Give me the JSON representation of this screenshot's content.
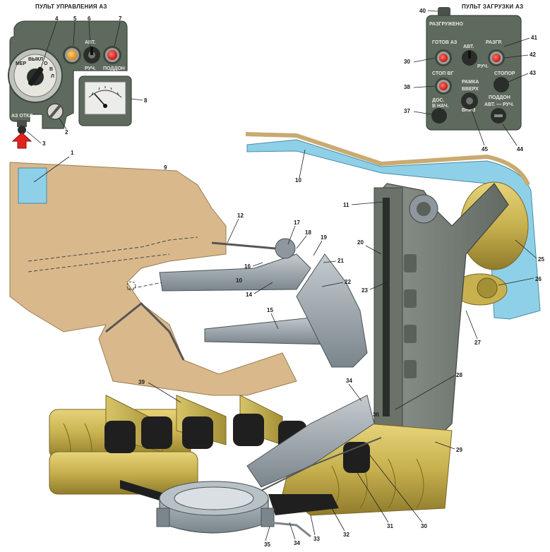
{
  "colors": {
    "panel": "#5f6a5e",
    "panel_dark": "#3e463e",
    "lamp_red": "#e32020",
    "lamp_orange": "#f39a1a",
    "tan": "#d9b98c",
    "brass": "#c7b04e",
    "steel": "#8e979d",
    "frame": "#7b827c",
    "cyan": "#8ed0e8",
    "arrow_red": "#e0241b"
  },
  "left_panel": {
    "title": "ПУЛЬТ УПРАВЛЕНИЯ АЗ",
    "dial_labels": [
      "МЕР",
      "ВЫКЛ",
      "О",
      "В",
      "Л"
    ],
    "switch_top": "АВТ.",
    "switch_bottom": "РУЧ.",
    "lamp_caption": "ПОДДОН",
    "button_caption": "АЗ ОТКЛ",
    "icons": {
      "main_dial": "rotary-selector-icon",
      "orange_lamp": "indicator-lamp-icon",
      "toggle": "toggle-switch-icon",
      "red_lamp": "indicator-lamp-icon",
      "gauge": "analog-gauge-icon",
      "knob": "knob-icon",
      "button": "push-button-icon",
      "arrow": "red-arrow-icon"
    }
  },
  "right_panel": {
    "title": "ПУЛЬТ ЗАГРУЗКИ АЗ",
    "header": "РАЗГРУЖЕНО",
    "texts": {
      "gotov": "ГОТОВ АЗ",
      "avt": "АВТ.",
      "razgr": "РАЗГР.",
      "ruch": "РУЧ.",
      "stop_vg": "СТОП ВГ",
      "stopor": "СТОПОР",
      "ramka": "РАМКА",
      "vverh": "ВВЕРХ",
      "vniz": "ВНИЗ",
      "poddon": "ПОДДОН",
      "avt_ruch": "АВТ. — РУЧ.",
      "dos": "ДОС.",
      "v_nach": "В НАЧ."
    }
  },
  "callouts": {
    "n1": "1",
    "n2": "2",
    "n3": "3",
    "n4": "4",
    "n5": "5",
    "n6": "6",
    "n7": "7",
    "n8": "8",
    "n9": "9",
    "n10": "10",
    "n10b": "10",
    "n11": "11",
    "n12": "12",
    "n14": "14",
    "n15": "15",
    "n16": "16",
    "n17": "17",
    "n18": "18",
    "n19": "19",
    "n20": "20",
    "n21": "21",
    "n22": "22",
    "n23": "23",
    "n25": "25",
    "n26": "26",
    "n27": "27",
    "n28": "28",
    "n29": "29",
    "n30": "30",
    "n30b": "30",
    "n31": "31",
    "n32": "32",
    "n33": "33",
    "n34": "34",
    "n34b": "34",
    "n35": "35",
    "n36": "36",
    "n37": "37",
    "n38": "38",
    "n39": "39",
    "n40": "40",
    "n41": "41",
    "n42": "42",
    "n43": "43",
    "n44": "44",
    "n45": "45"
  }
}
